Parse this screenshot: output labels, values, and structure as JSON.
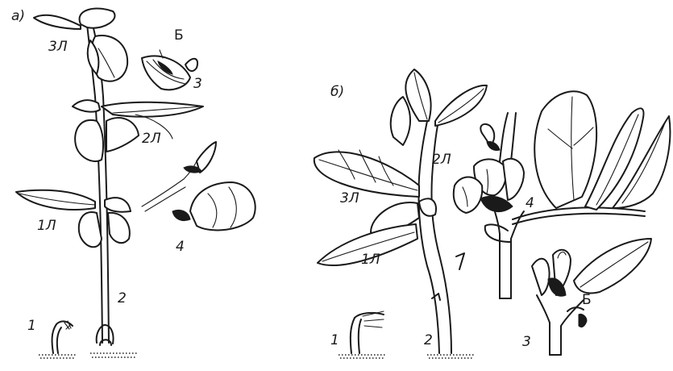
{
  "panels": {
    "a": {
      "label": "а)",
      "leaf_labels": [
        "1Л",
        "2Л",
        "3Л"
      ],
      "stage_labels": [
        "1",
        "2",
        "3",
        "4"
      ],
      "bud_label": "Б"
    },
    "b": {
      "label": "б)",
      "leaf_labels": [
        "1Л",
        "2Л",
        "3Л"
      ],
      "stage_labels": [
        "1",
        "2",
        "3",
        "4"
      ],
      "bud_label": "Б"
    }
  }
}
